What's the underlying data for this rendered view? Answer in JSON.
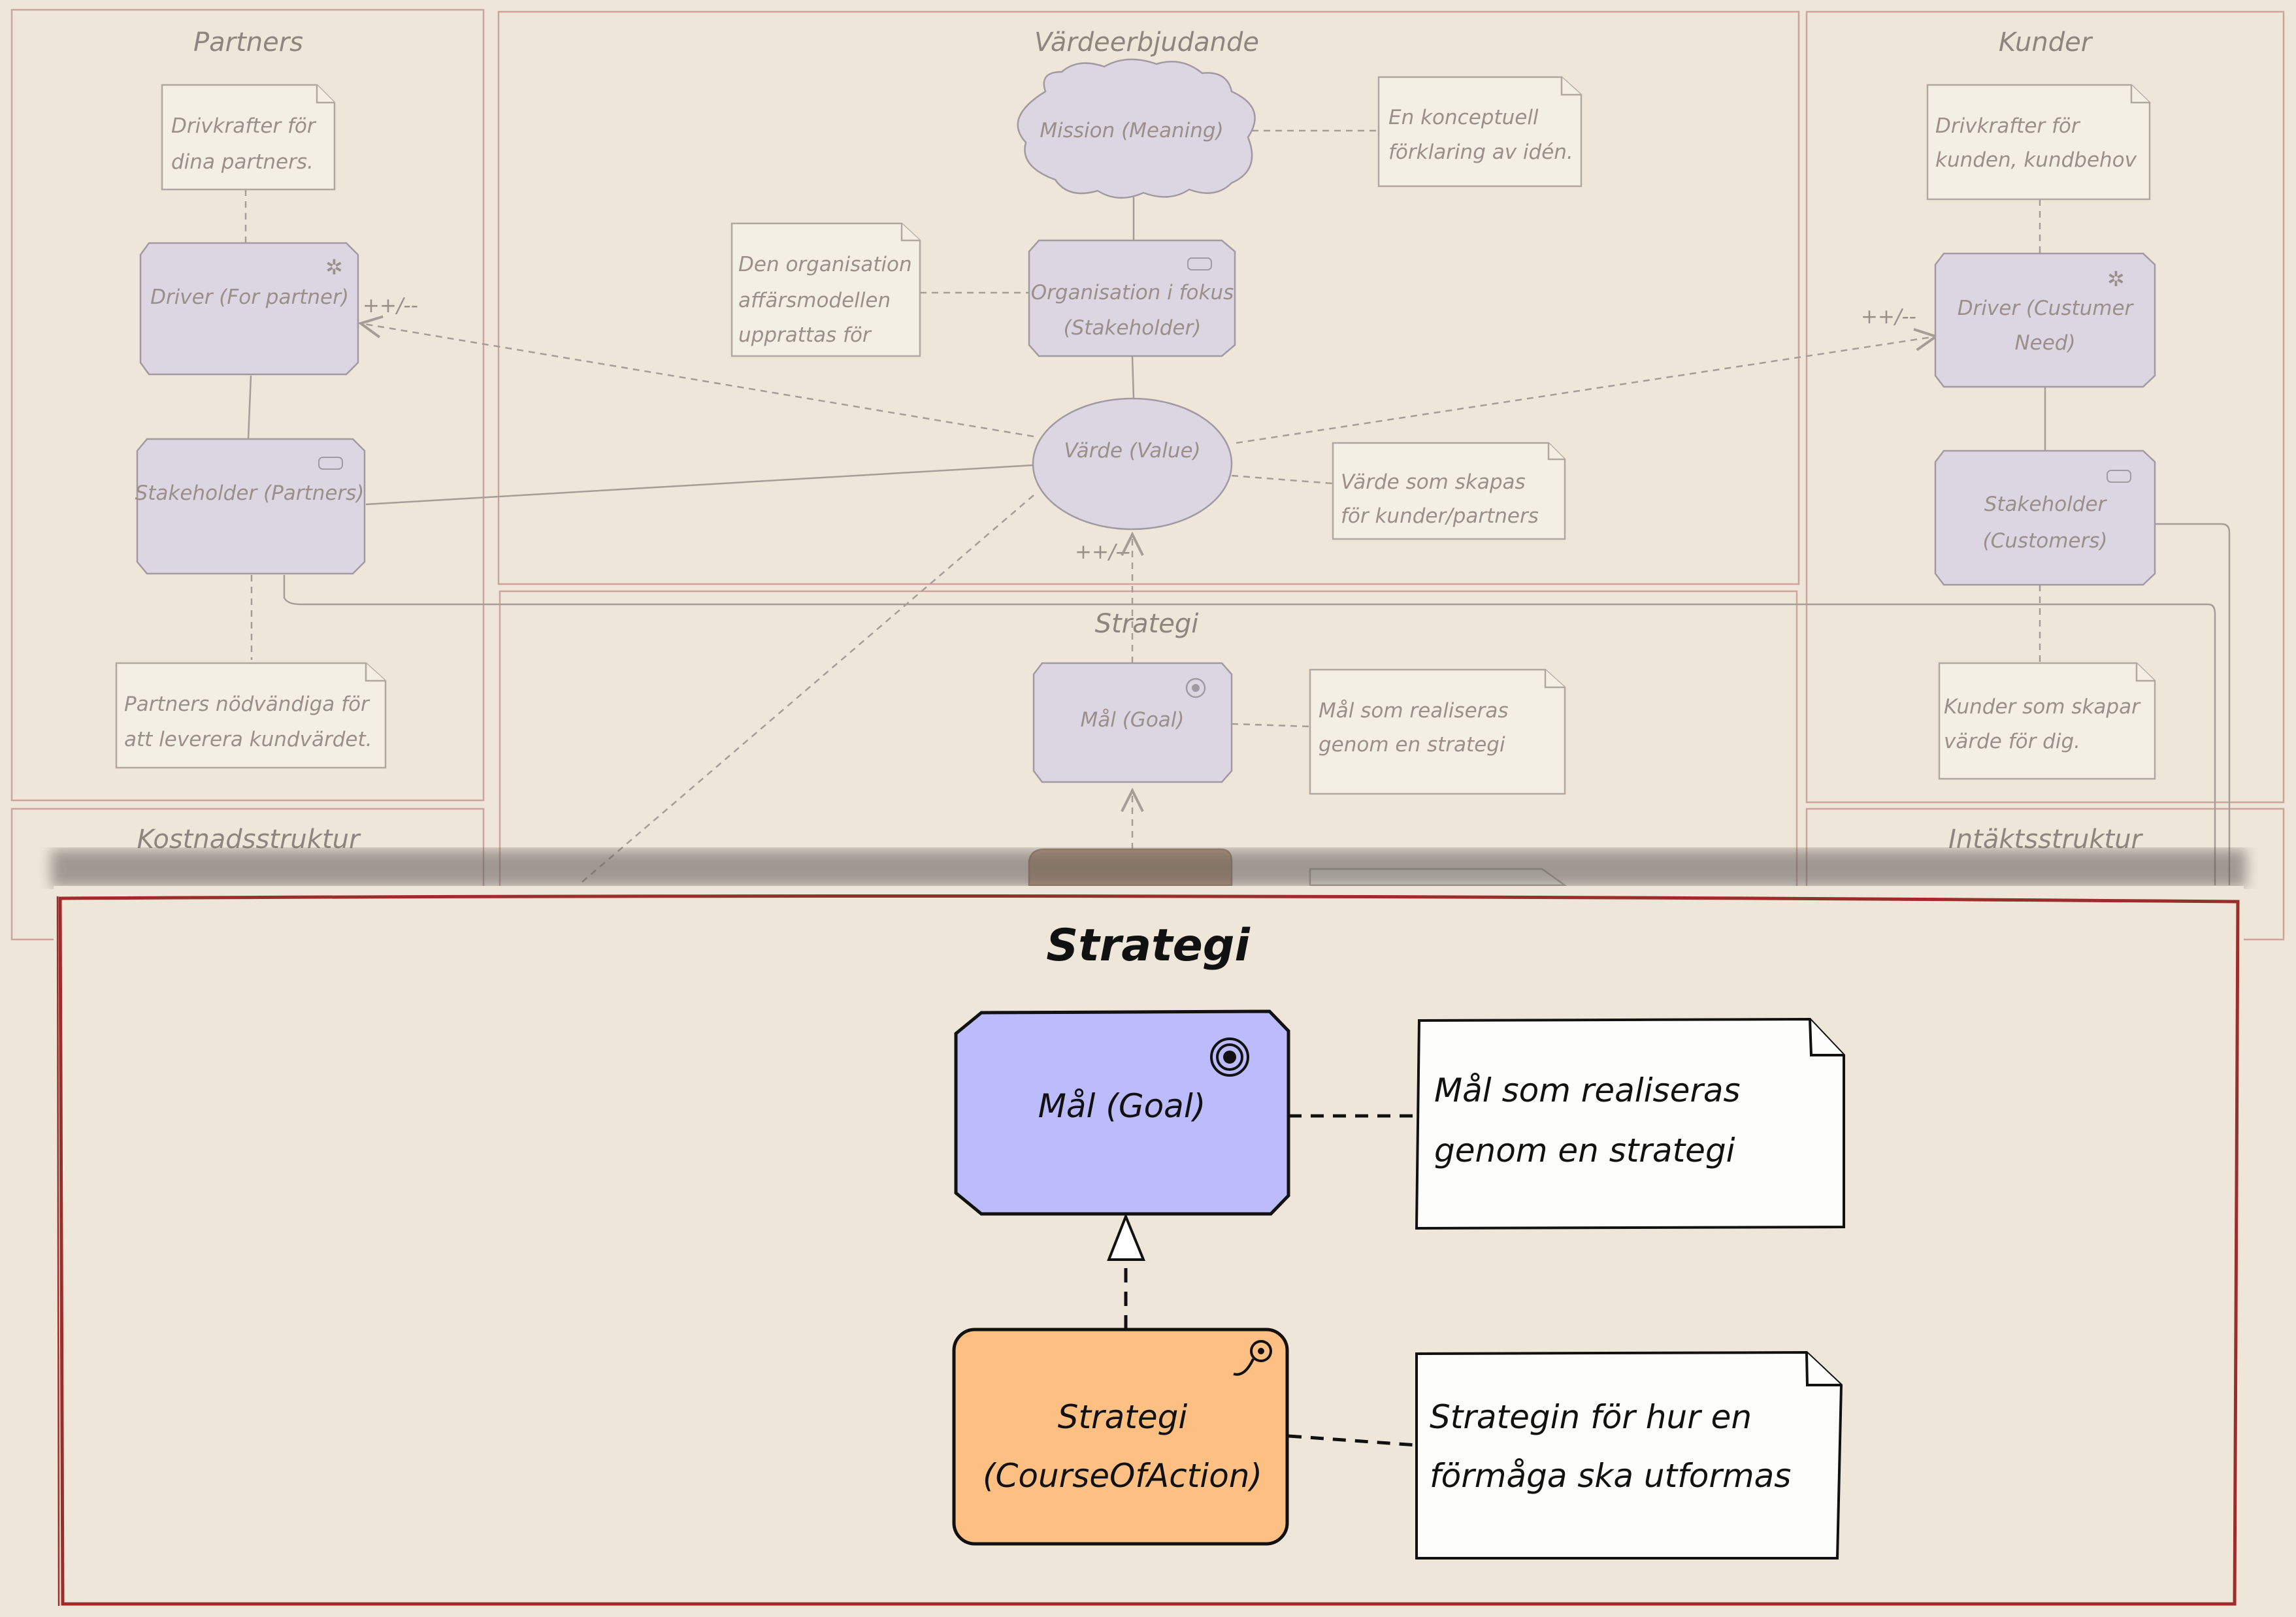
{
  "lanes": {
    "partners": "Partners",
    "value_proposition": "Värdeerbjudande",
    "customers": "Kunder",
    "strategy": "Strategi",
    "cost_structure": "Kostnadsstruktur",
    "revenue_structure": "Intäktsstruktur"
  },
  "elements": {
    "partner_driver_note": [
      "Drivkrafter för",
      "dina partners."
    ],
    "partner_driver": "Driver (For partner)",
    "partner_stakeholder": "Stakeholder (Partners)",
    "partner_note": [
      "Partners nödvändiga för",
      "att leverera kundvärdet."
    ],
    "mission": "Mission (Meaning)",
    "mission_note": [
      "En konceptuell",
      "förklaring av idén."
    ],
    "organisation": [
      "Organisation i fokus",
      "(Stakeholder)"
    ],
    "organisation_note": [
      "Den organisation",
      "affärsmodellen",
      "upprattas för"
    ],
    "value": "Värde (Value)",
    "value_note": [
      "Värde som skapas",
      "för kunder/partners"
    ],
    "customer_driver_note": [
      "Drivkrafter för",
      "kunden, kundbehov"
    ],
    "customer_driver": [
      "Driver (Custumer",
      "Need)"
    ],
    "customer_stakeholder": [
      "Stakeholder",
      "(Customers)"
    ],
    "customer_note": [
      "Kunder som skapar",
      "värde för dig."
    ],
    "goal_small": "Mål (Goal)",
    "goal_note_small": [
      "Mål som realiseras",
      "genom en strategi"
    ],
    "influence_label": "++/--"
  },
  "zoom": {
    "title": "Strategi",
    "goal": "Mål (Goal)",
    "goal_note": [
      "Mål som realiseras",
      "genom en strategi"
    ],
    "strategy": [
      "Strategi",
      "(CourseOfAction)"
    ],
    "strategy_note": [
      "Strategin för hur en",
      "förmåga ska utformas"
    ]
  },
  "colors": {
    "goal_fill": "#bcbcfd",
    "strategy_fill": "#fec082",
    "background": "#efe6da"
  }
}
